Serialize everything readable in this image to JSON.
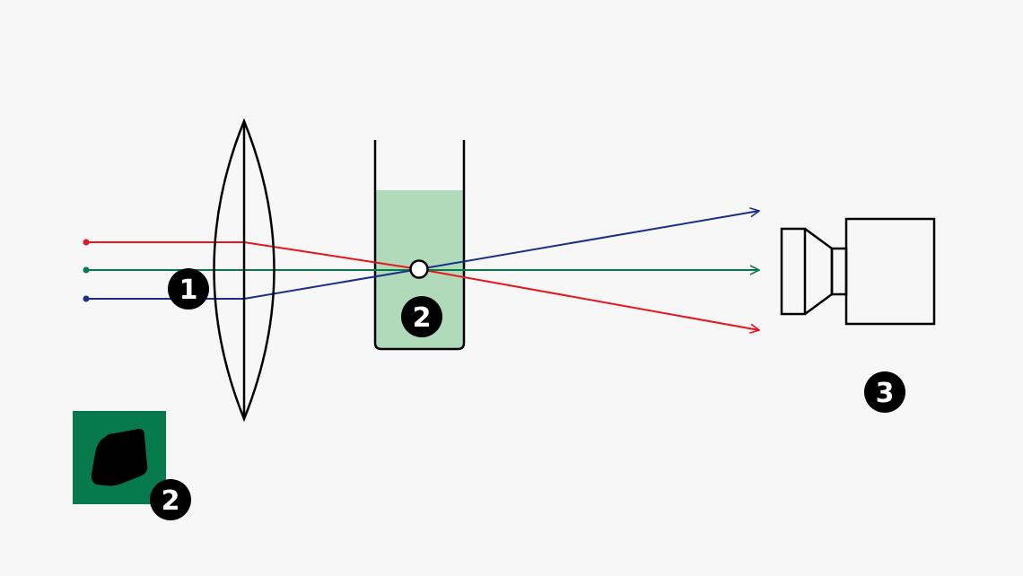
{
  "colors": {
    "background": "#f7f7f7",
    "ray_top": "#e8151c",
    "ray_middle": "#0a7a4a",
    "ray_bottom": "#1a2f86",
    "liquid": "#b0dab9",
    "outline": "#000000",
    "badge_fill": "#000000",
    "badge_text": "#ffffff",
    "sample_background": "#077a4d",
    "sample_shape": "#000000"
  },
  "icons": {
    "lens": "biconvex-lens-icon",
    "cuvette": "cuvette-icon",
    "particle": "particle-circle-icon",
    "camera": "camera-icon",
    "sample": "sample-particle-icon"
  },
  "badges": {
    "lens": "1",
    "cuvette": "2",
    "camera": "3",
    "sample": "2"
  }
}
